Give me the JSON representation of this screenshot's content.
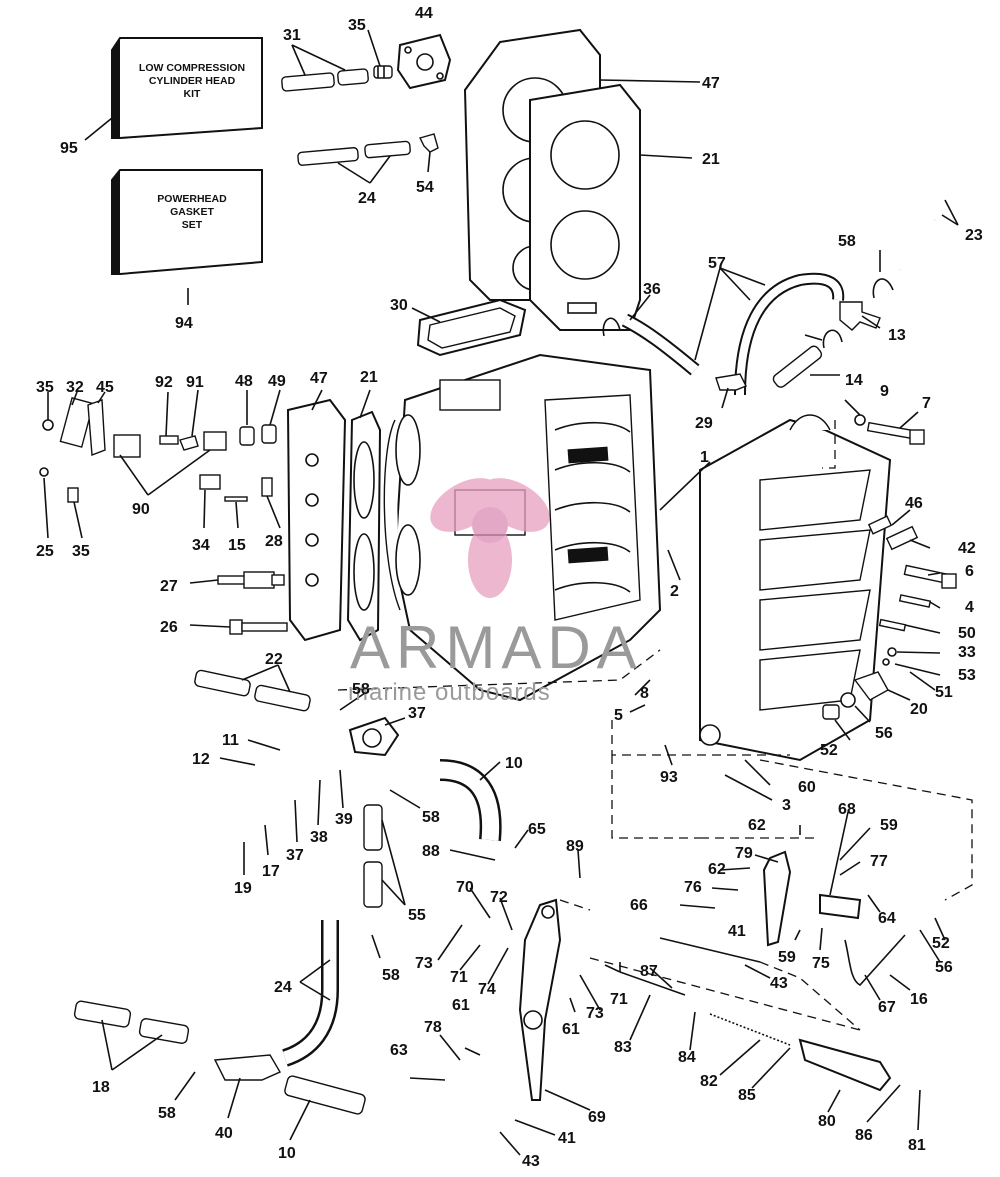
{
  "kit_boxes": {
    "low_compression": [
      "LOW COMPRESSION",
      "CYLINDER HEAD",
      "KIT"
    ],
    "gasket_set": [
      "POWERHEAD",
      "GASKET",
      "SET"
    ]
  },
  "watermark": {
    "brand": "ARMADA",
    "subtitle": "marine outboards",
    "colors": {
      "logo": "#e8a0c0",
      "logo_center": "#d98cb3",
      "text": "#9a9a9a"
    }
  },
  "callouts": [
    "95",
    "31",
    "35",
    "44",
    "47",
    "21",
    "23",
    "24",
    "54",
    "94",
    "58",
    "57",
    "36",
    "13",
    "30",
    "14",
    "29",
    "9",
    "7",
    "35",
    "32",
    "45",
    "92",
    "91",
    "48",
    "49",
    "47",
    "21",
    "1",
    "46",
    "42",
    "6",
    "4",
    "50",
    "33",
    "53",
    "51",
    "20",
    "56",
    "52",
    "2",
    "90",
    "34",
    "15",
    "28",
    "25",
    "35",
    "27",
    "26",
    "22",
    "58",
    "37",
    "11",
    "12",
    "10",
    "39",
    "38",
    "37",
    "17",
    "19",
    "58",
    "8",
    "5",
    "93",
    "60",
    "3",
    "65",
    "88",
    "89",
    "70",
    "72",
    "73",
    "71",
    "74",
    "62",
    "79",
    "68",
    "59",
    "77",
    "76",
    "66",
    "64",
    "41",
    "59",
    "75",
    "43",
    "16",
    "67",
    "52",
    "56",
    "55",
    "58",
    "24",
    "18",
    "58",
    "40",
    "10",
    "61",
    "78",
    "63",
    "87",
    "71",
    "73",
    "61",
    "83",
    "84",
    "82",
    "85",
    "80",
    "86",
    "81",
    "69",
    "41",
    "43",
    "62"
  ]
}
